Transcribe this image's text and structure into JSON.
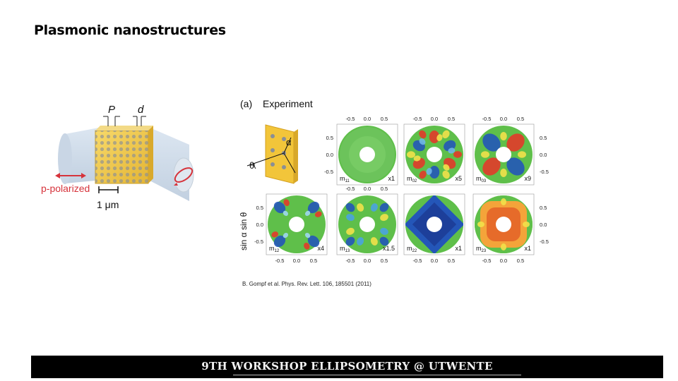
{
  "slide": {
    "title": "Plasmonic nanostructures",
    "citation": "B. Gompf et al. Phys. Rev. Lett. 106, 185501 (2011)",
    "footer": "9TH WORKSHOP ELLIPSOMETRY @ UTWENTE"
  },
  "schematic": {
    "label_P": "P",
    "label_d": "d",
    "polarization_label": "p-polarized",
    "scale_label": "1 μm"
  },
  "panel": {
    "panel_label": "(a)",
    "heading": "Experiment",
    "y_axis_label": "sin α sin θ",
    "inset_theta": "θ",
    "inset_alpha": "α",
    "tick_labels": [
      "-0.5",
      "0.0",
      "0.5"
    ],
    "maps": [
      {
        "label": "m",
        "sub": "11",
        "scale": "x1",
        "pattern": "uniform"
      },
      {
        "label": "m",
        "sub": "02",
        "scale": "x5",
        "pattern": "six-lobe"
      },
      {
        "label": "m",
        "sub": "03",
        "scale": "x9",
        "pattern": "four-lobe"
      },
      {
        "label": "m",
        "sub": "12",
        "scale": "x4",
        "pattern": "corner"
      },
      {
        "label": "m",
        "sub": "13",
        "scale": "x1.5",
        "pattern": "eight-lobe"
      },
      {
        "label": "m",
        "sub": "22",
        "scale": "x1",
        "pattern": "blue-diamond"
      },
      {
        "label": "m",
        "sub": "23",
        "scale": "x1",
        "pattern": "orange-square"
      }
    ]
  },
  "colors": {
    "background": "#ffffff",
    "footer_bar": "#000000",
    "map_green": "#5fbf4a",
    "map_blue": "#2456b8",
    "map_red": "#e23a2a",
    "map_yellow": "#f2e14a",
    "arrow_red": "#d6333b"
  }
}
